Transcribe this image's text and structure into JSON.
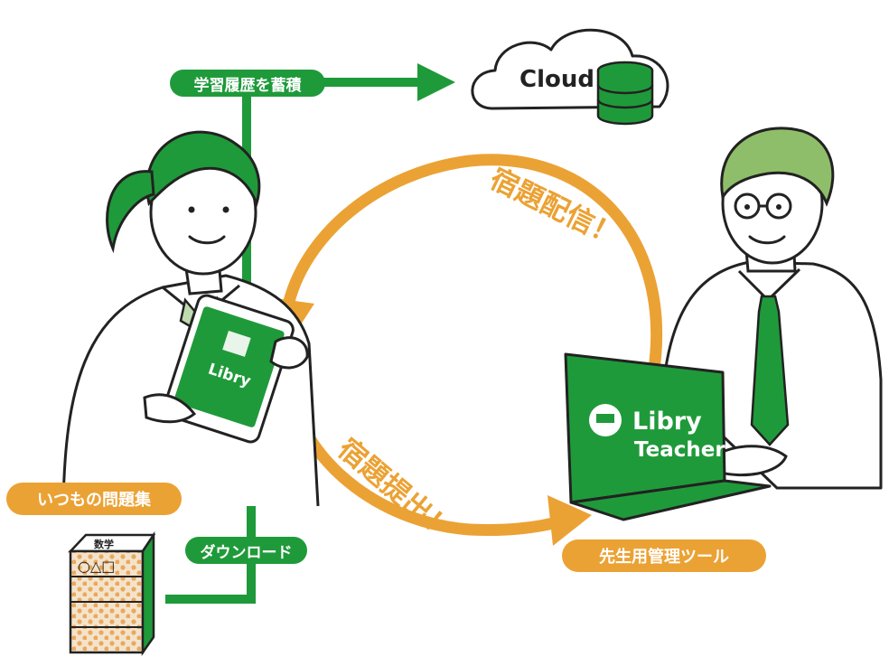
{
  "labels": {
    "accumulate_history": "学習履歴を蓄積",
    "cloud": "Cloud",
    "assign_homework": "宿題配信！",
    "submit_homework": "宿題提出！",
    "usual_workbook": "いつもの問題集",
    "download": "ダウンロード",
    "teacher_tool": "先生用管理ツール",
    "tablet_app": "Libry",
    "laptop_app_line1": "Libry",
    "laptop_app_line2": "Teacher",
    "book_cover_title": "数学",
    "book_cover_symbols": "○△□"
  },
  "colors": {
    "green": "#1f9a3a",
    "orange": "#eba234",
    "hair_student": "#1f9a3a",
    "hair_teacher": "#8fbe6a",
    "ink": "#222222"
  },
  "icons": [
    "cloud-icon",
    "database-icon",
    "tablet-icon",
    "laptop-icon",
    "book-stack-icon"
  ]
}
